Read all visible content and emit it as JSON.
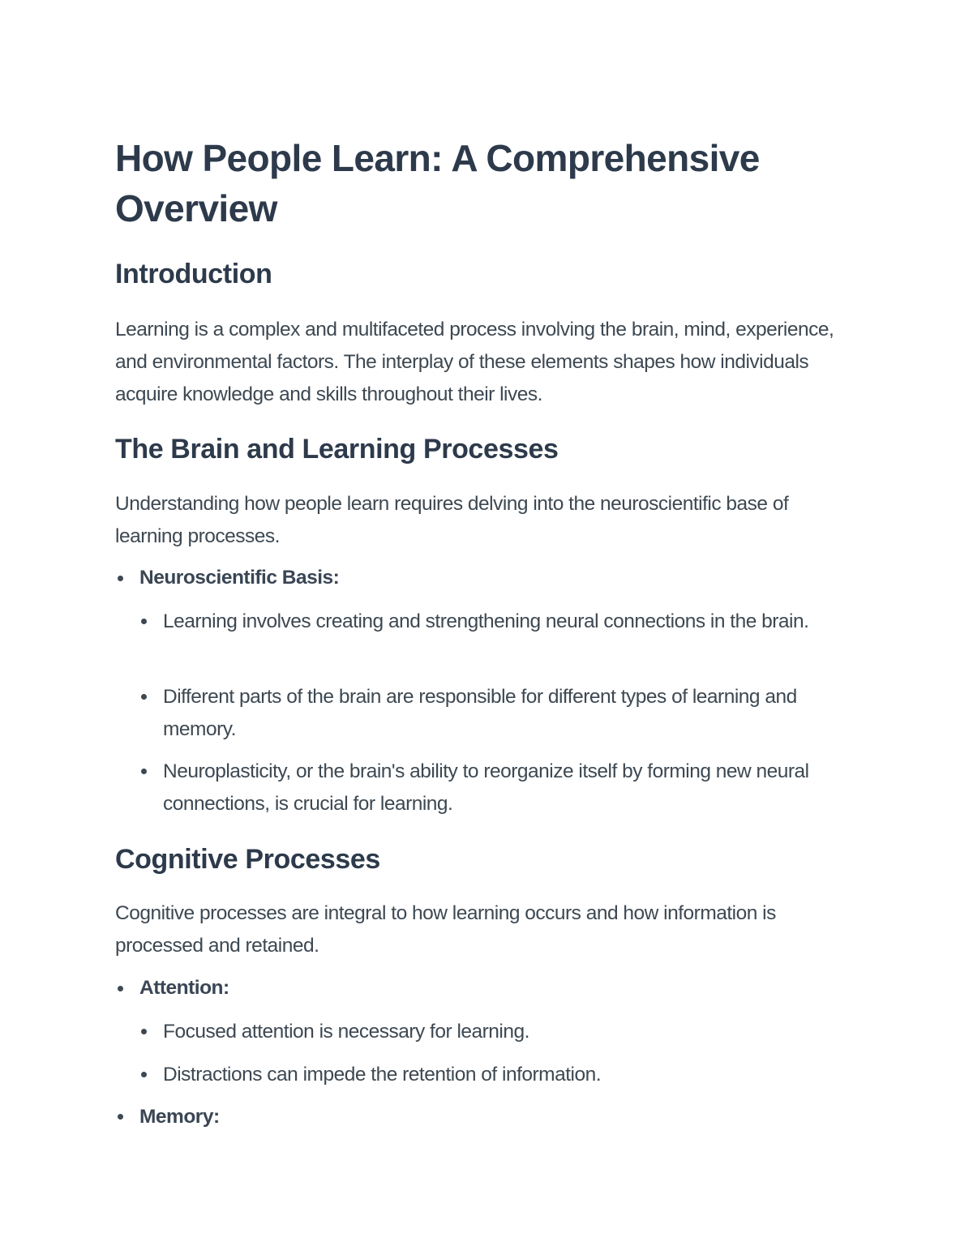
{
  "document": {
    "title": "How People Learn: A Comprehensive Overview",
    "sections": [
      {
        "heading": "Introduction",
        "paragraph": "Learning is a complex and multifaceted process involving the brain, mind, experience, and environmental factors. The interplay of these elements shapes how individuals acquire knowledge and skills throughout their lives."
      },
      {
        "heading": "The Brain and Learning Processes",
        "paragraph": "Understanding how people learn requires delving into the neuroscientific base of learning processes.",
        "list": [
          {
            "label": "Neuroscientific Basis:",
            "items": [
              "Learning involves creating and strengthening neural connections in the brain.",
              "Different parts of the brain are responsible for different types of learning and memory.",
              "Neuroplasticity, or the brain's ability to reorganize itself by forming new neural connections, is crucial for learning."
            ]
          }
        ]
      },
      {
        "heading": "Cognitive Processes",
        "paragraph": "Cognitive processes are integral to how learning occurs and how information is processed and retained.",
        "list": [
          {
            "label": "Attention:",
            "items": [
              "Focused attention is necessary for learning.",
              "Distractions can impede the retention of information."
            ]
          },
          {
            "label": "Memory:",
            "items": []
          }
        ]
      }
    ]
  },
  "colors": {
    "heading": "#2d3a4b",
    "body_text": "#3d4852",
    "background": "#ffffff"
  }
}
